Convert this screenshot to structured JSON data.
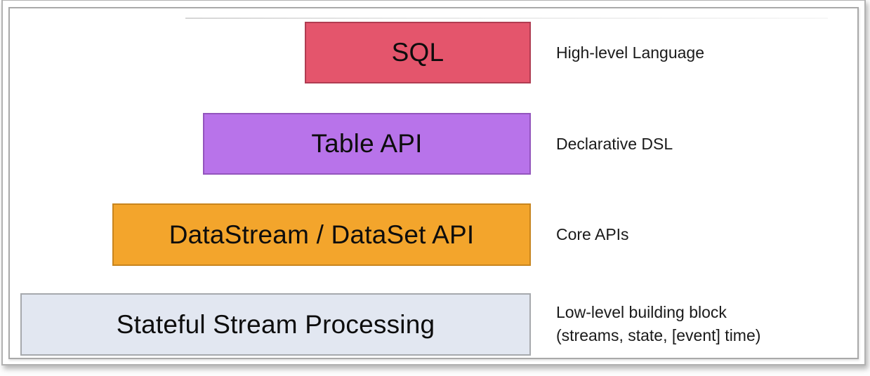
{
  "diagram": {
    "layers": [
      {
        "name": "sql",
        "label": "SQL",
        "annotation": "High-level Language",
        "fill": "#e4556c",
        "border_color": "#b03c52"
      },
      {
        "name": "table-api",
        "label": "Table API",
        "annotation": "Declarative DSL",
        "fill": "#b873ea",
        "border_color": "#9355bd"
      },
      {
        "name": "datastream-dataset-api",
        "label": "DataStream / DataSet API",
        "annotation": "Core APIs",
        "fill": "#f3a52c",
        "border_color": "#c8851e"
      },
      {
        "name": "stateful-stream-processing",
        "label": "Stateful Stream Processing",
        "annotation": "Low-level building block\n(streams, state, [event] time)",
        "fill": "#e2e7f1",
        "border_color": "#a6a9ad"
      }
    ]
  }
}
